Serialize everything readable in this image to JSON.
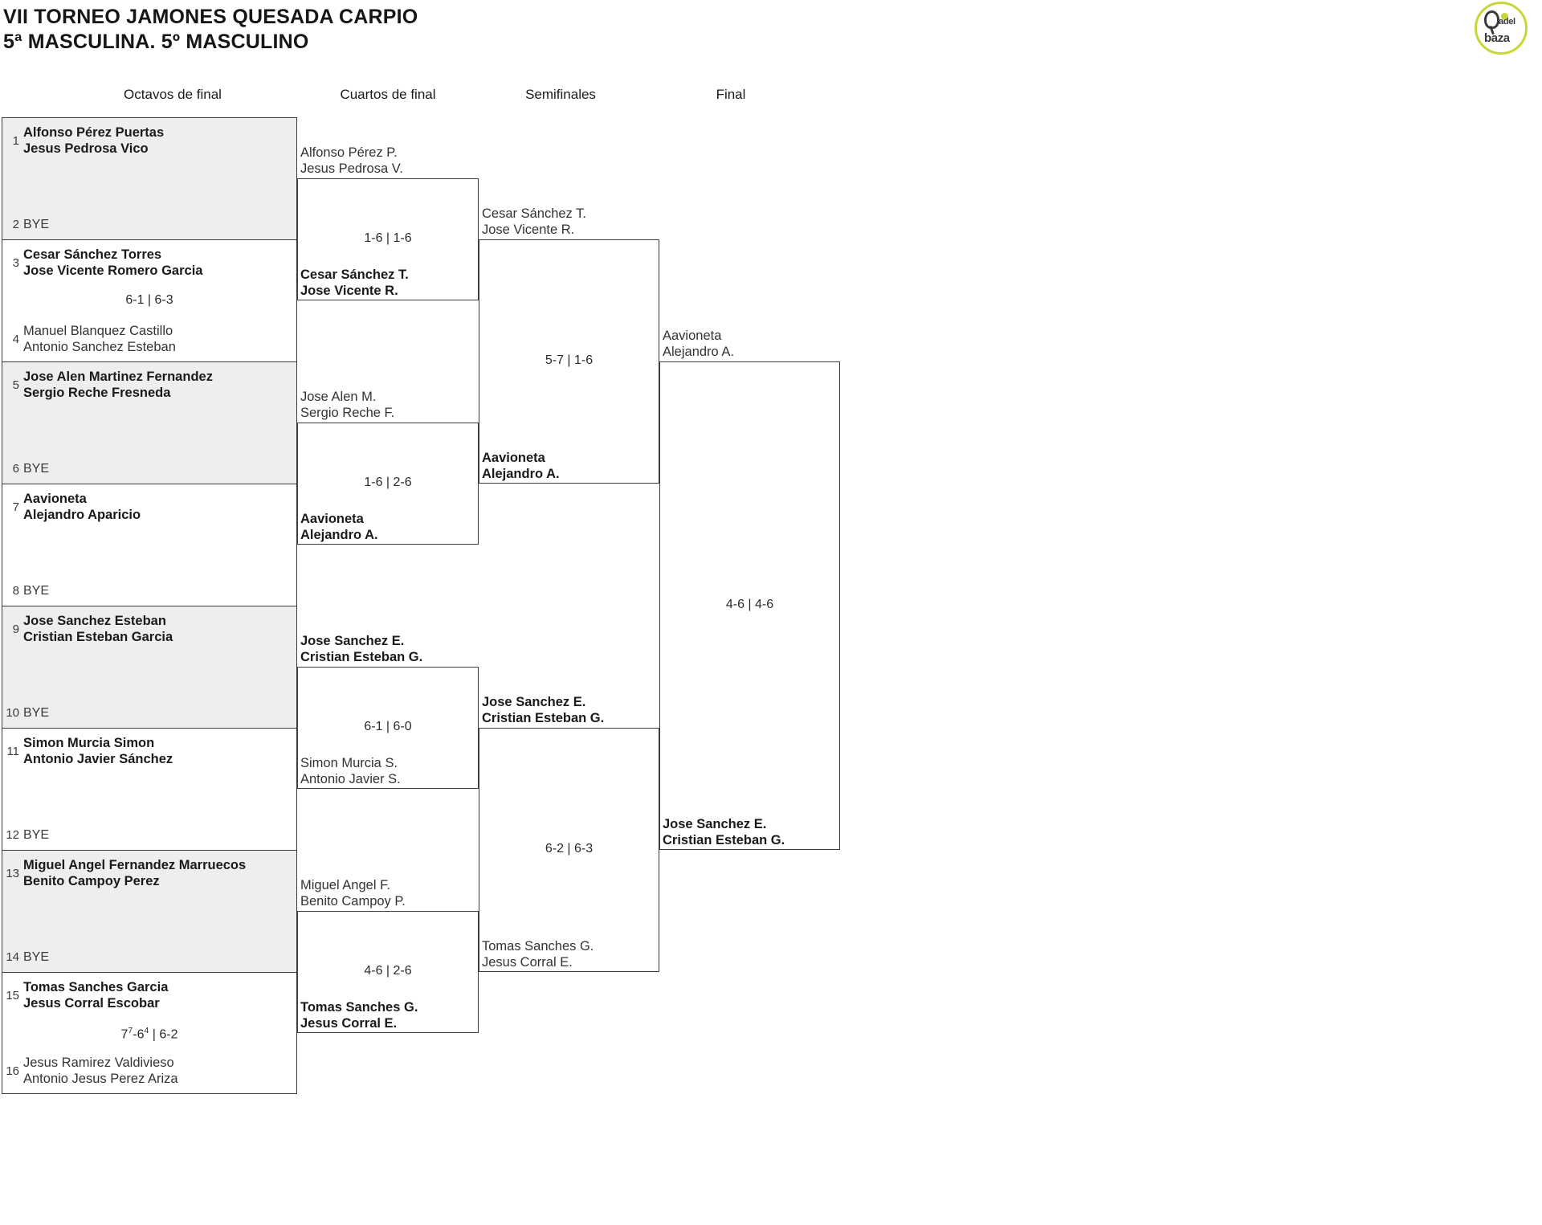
{
  "header": {
    "title_line1": "VII TORNEO JAMONES QUESADA CARPIO",
    "title_line2": "5ª MASCULINA. 5º MASCULINO"
  },
  "logo": {
    "text_top": "adel",
    "text_bottom": "baza",
    "accent_color": "#c9d63a",
    "ink_color": "#3a3a3a"
  },
  "rounds": [
    {
      "label": "Octavos de final"
    },
    {
      "label": "Cuartos de final"
    },
    {
      "label": "Semifinales"
    },
    {
      "label": "Final"
    }
  ],
  "round1": {
    "boxes": [
      {
        "shaded": true,
        "top": {
          "seed": "1",
          "line1": "Alfonso Pérez Puertas",
          "line2": "Jesus Pedrosa Vico",
          "result": "winner"
        },
        "bottom": {
          "seed": "2",
          "line1": "BYE",
          "line2": "",
          "result": "bye"
        },
        "score": ""
      },
      {
        "shaded": false,
        "top": {
          "seed": "3",
          "line1": "Cesar Sánchez Torres",
          "line2": "Jose Vicente Romero Garcia",
          "result": "winner"
        },
        "bottom": {
          "seed": "4",
          "line1": "Manuel Blanquez Castillo",
          "line2": "Antonio Sanchez Esteban",
          "result": "loser"
        },
        "score": "6-1 | 6-3"
      },
      {
        "shaded": true,
        "top": {
          "seed": "5",
          "line1": "Jose Alen Martinez Fernandez",
          "line2": "Sergio Reche Fresneda",
          "result": "winner"
        },
        "bottom": {
          "seed": "6",
          "line1": "BYE",
          "line2": "",
          "result": "bye"
        },
        "score": ""
      },
      {
        "shaded": false,
        "top": {
          "seed": "7",
          "line1": "Aavioneta",
          "line2": "Alejandro Aparicio",
          "result": "winner"
        },
        "bottom": {
          "seed": "8",
          "line1": "BYE",
          "line2": "",
          "result": "bye"
        },
        "score": ""
      },
      {
        "shaded": true,
        "top": {
          "seed": "9",
          "line1": "Jose Sanchez Esteban",
          "line2": "Cristian Esteban Garcia",
          "result": "winner"
        },
        "bottom": {
          "seed": "10",
          "line1": "BYE",
          "line2": "",
          "result": "bye"
        },
        "score": ""
      },
      {
        "shaded": false,
        "top": {
          "seed": "11",
          "line1": "Simon Murcia Simon",
          "line2": "Antonio Javier Sánchez",
          "result": "winner"
        },
        "bottom": {
          "seed": "12",
          "line1": "BYE",
          "line2": "",
          "result": "bye"
        },
        "score": ""
      },
      {
        "shaded": true,
        "top": {
          "seed": "13",
          "line1": "Miguel Angel Fernandez Marruecos",
          "line2": "Benito Campoy Perez",
          "result": "winner"
        },
        "bottom": {
          "seed": "14",
          "line1": "BYE",
          "line2": "",
          "result": "bye"
        },
        "score": ""
      },
      {
        "shaded": false,
        "top": {
          "seed": "15",
          "line1": "Tomas Sanches Garcia",
          "line2": "Jesus Corral Escobar",
          "result": "winner"
        },
        "bottom": {
          "seed": "16",
          "line1": "Jesus Ramirez Valdivieso",
          "line2": "Antonio Jesus Perez Ariza",
          "result": "loser"
        },
        "score_html": "7<sup>7</sup>-6<sup>4</sup> | 6-2"
      }
    ]
  },
  "round2": {
    "matches": [
      {
        "top": {
          "line1": "Alfonso Pérez P.",
          "line2": "Jesus Pedrosa V.",
          "result": "loser"
        },
        "bottom": {
          "line1": "Cesar Sánchez T.",
          "line2": "Jose Vicente R.",
          "result": "winner"
        },
        "score": "1-6 | 1-6"
      },
      {
        "top": {
          "line1": "Jose Alen M.",
          "line2": "Sergio Reche F.",
          "result": "loser"
        },
        "bottom": {
          "line1": "Aavioneta",
          "line2": "Alejandro A.",
          "result": "winner"
        },
        "score": "1-6 | 2-6"
      },
      {
        "top": {
          "line1": "Jose Sanchez E.",
          "line2": "Cristian Esteban G.",
          "result": "winner"
        },
        "bottom": {
          "line1": "Simon Murcia S.",
          "line2": "Antonio Javier S.",
          "result": "loser"
        },
        "score": "6-1 | 6-0"
      },
      {
        "top": {
          "line1": "Miguel Angel F.",
          "line2": "Benito Campoy P.",
          "result": "loser"
        },
        "bottom": {
          "line1": "Tomas Sanches G.",
          "line2": "Jesus Corral E.",
          "result": "winner"
        },
        "score": "4-6 | 2-6"
      }
    ]
  },
  "round3": {
    "matches": [
      {
        "top": {
          "line1": "Cesar Sánchez T.",
          "line2": "Jose Vicente R.",
          "result": "loser"
        },
        "bottom": {
          "line1": "Aavioneta",
          "line2": "Alejandro A.",
          "result": "winner"
        },
        "score": "5-7 | 1-6"
      },
      {
        "top": {
          "line1": "Jose Sanchez E.",
          "line2": "Cristian Esteban G.",
          "result": "winner"
        },
        "bottom": {
          "line1": "Tomas Sanches G.",
          "line2": "Jesus Corral E.",
          "result": "loser"
        },
        "score": "6-2 | 6-3"
      }
    ]
  },
  "round4": {
    "matches": [
      {
        "top": {
          "line1": "Aavioneta",
          "line2": "Alejandro A.",
          "result": "loser"
        },
        "bottom": {
          "line1": "Jose Sanchez E.",
          "line2": "Cristian Esteban G.",
          "result": "winner"
        },
        "score": "4-6 | 4-6"
      }
    ]
  }
}
